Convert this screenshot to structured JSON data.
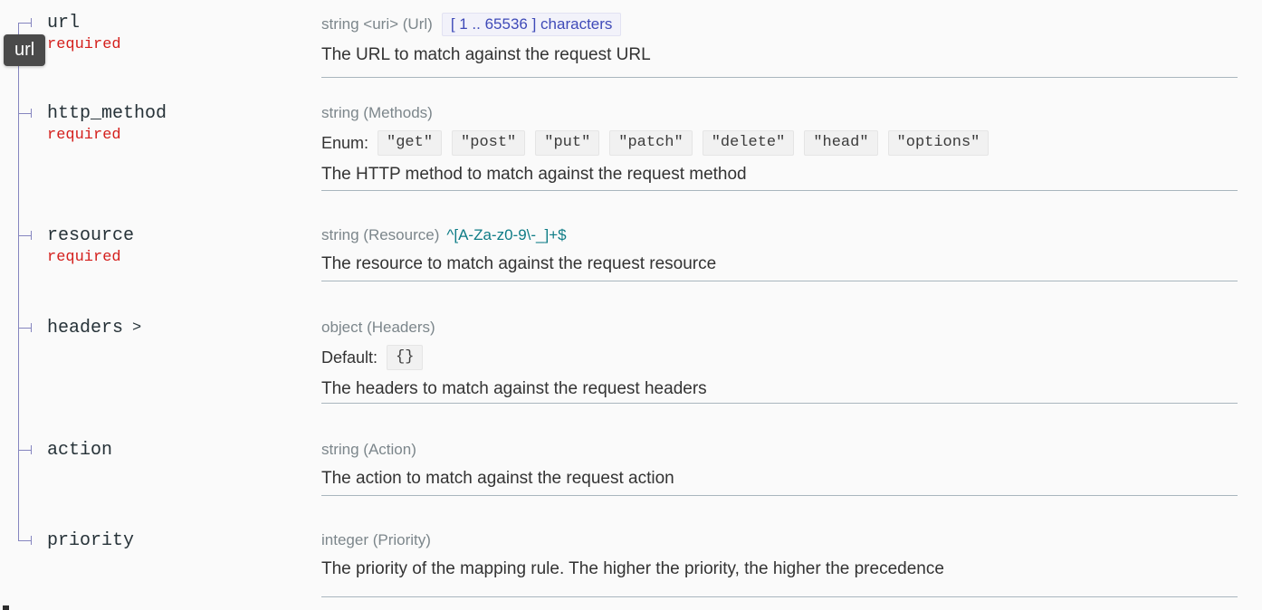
{
  "colors": {
    "background": "#fafafa",
    "required_red": "#d41f1c",
    "pattern_teal": "#0e7c86",
    "constraint_badge_text": "#3f4ab8",
    "constraint_badge_bg": "#f2f2fa",
    "tree_line": "#8585bf",
    "separator": "#a9b6be",
    "tooltip_bg": "#4a4a4a",
    "type_gray": "#7c868b"
  },
  "icons": {
    "chevron_right": ">"
  },
  "tooltip": {
    "text": "url"
  },
  "fields": [
    {
      "name": "url",
      "required_label": "required",
      "type": "string <uri> (Url)",
      "constraint": "[ 1 .. 65536 ] characters",
      "description": "The URL to match against the request URL"
    },
    {
      "name": "http_method",
      "required_label": "required",
      "type": "string (Methods)",
      "enum_label": "Enum:",
      "enum_values": [
        "\"get\"",
        "\"post\"",
        "\"put\"",
        "\"patch\"",
        "\"delete\"",
        "\"head\"",
        "\"options\""
      ],
      "description": "The HTTP method to match against the request method"
    },
    {
      "name": "resource",
      "required_label": "required",
      "type": "string (Resource)",
      "pattern": "^[A-Za-z0-9\\-_]+$",
      "description": "The resource to match against the request resource"
    },
    {
      "name": "headers",
      "type": "object (Headers)",
      "default_label": "Default:",
      "default_value": "{}",
      "description": "The headers to match against the request headers"
    },
    {
      "name": "action",
      "type": "string (Action)",
      "description": "The action to match against the request action"
    },
    {
      "name": "priority",
      "type": "integer (Priority)",
      "description": "The priority of the mapping rule. The higher the priority, the higher the precedence"
    }
  ]
}
